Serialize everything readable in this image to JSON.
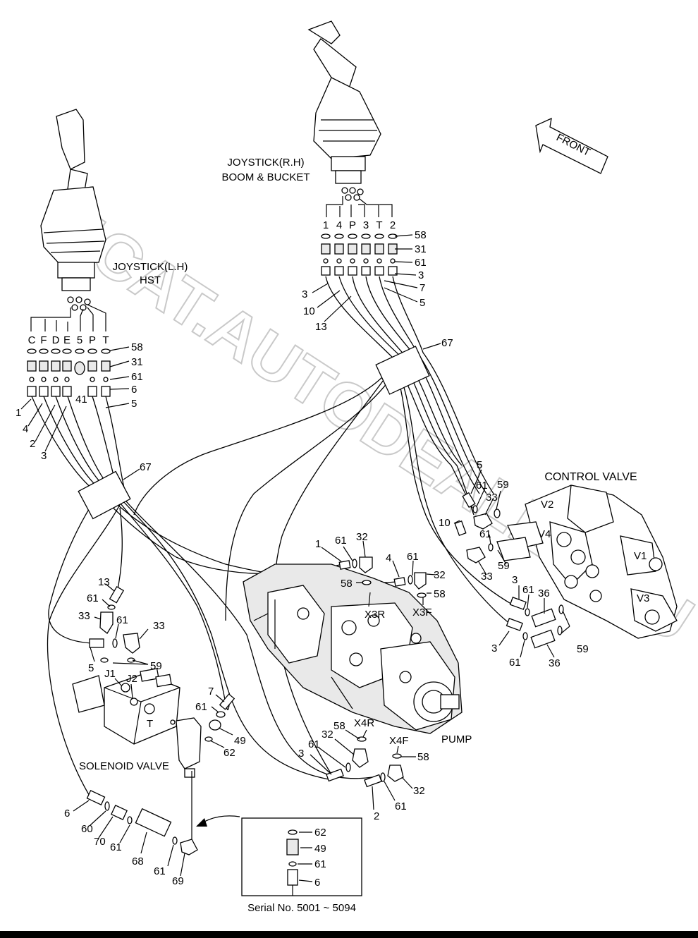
{
  "titles": {
    "joystick_rh": [
      "JOYSTICK(R.H)",
      "BOOM & BUCKET"
    ],
    "joystick_lh": [
      "JOYSTICK(L.H)",
      "HST"
    ],
    "control_valve": "CONTROL VALVE",
    "pump": "PUMP",
    "solenoid_valve": "SOLENOID VALVE",
    "front": "FRONT",
    "serial": "Serial No. 5001 ~ 5094"
  },
  "watermark": "4CAT.AUTODEALER.RU",
  "port_letters": {
    "rh": [
      "1",
      "4",
      "P",
      "3",
      "T",
      "2"
    ],
    "lh": [
      "C",
      "F",
      "D",
      "E",
      "5",
      "P",
      "T"
    ],
    "pump": [
      "X3R",
      "X3F",
      "X4R",
      "X4F"
    ],
    "valve": [
      "V2",
      "V4",
      "V1",
      "V3"
    ],
    "solenoid": [
      "J1",
      "J2",
      "T"
    ]
  },
  "callouts": {
    "rh_right": [
      "58",
      "31",
      "61",
      "3",
      "7",
      "5"
    ],
    "rh_left": [
      "3",
      "10",
      "13"
    ],
    "lh_right": [
      "58",
      "31",
      "61",
      "6",
      "5"
    ],
    "lh_left": [
      "1",
      "4",
      "2",
      "3"
    ],
    "lh_41": "41",
    "band": "67",
    "cv_fittings": [
      "5",
      "61",
      "59",
      "33",
      "10",
      "61",
      "59",
      "33"
    ],
    "cv_lower": [
      "3",
      "61",
      "36",
      "59",
      "3",
      "61",
      "36"
    ],
    "pump_top": [
      "1",
      "61",
      "32",
      "58",
      "4",
      "61",
      "32",
      "58"
    ],
    "pump_bottom": [
      "58",
      "32",
      "61",
      "3",
      "58",
      "2",
      "61",
      "32"
    ],
    "left_lower": [
      "13",
      "61",
      "33",
      "61",
      "33",
      "5",
      "59"
    ],
    "solenoid_side": [
      "7",
      "61",
      "49",
      "62"
    ],
    "bottom_chain": [
      "6",
      "60",
      "70",
      "61",
      "68",
      "61",
      "69"
    ],
    "inset": [
      "62",
      "49",
      "61",
      "6"
    ]
  }
}
